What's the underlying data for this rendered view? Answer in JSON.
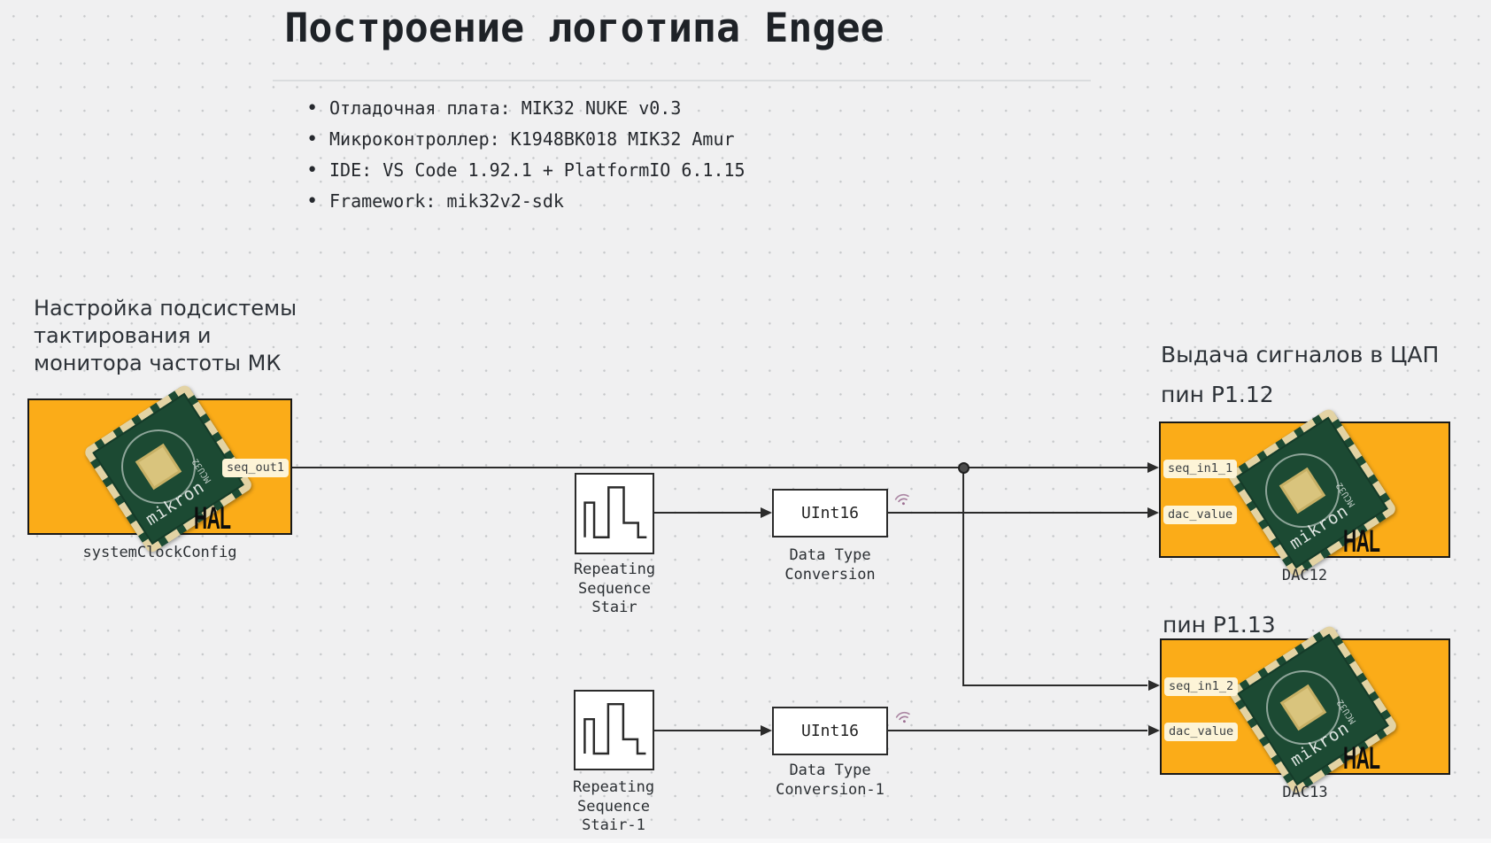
{
  "title": "Построение логотипа Engee",
  "specs": {
    "items": [
      "Отладочная плата: MIK32 NUKE v0.3",
      "Микроконтроллер: K1948BK018 MIK32 Amur",
      "IDE: VS Code 1.92.1 + PlatformIO 6.1.15",
      "Framework: mik32v2-sdk"
    ]
  },
  "annotations": {
    "clock_note": {
      "lines": [
        "Настройка подсистемы",
        "тактирования и",
        "монитора частоты МК"
      ]
    },
    "dac_note": {
      "line1": "Выдача сигналов в ЦАП",
      "line2": "пин P1.12"
    },
    "pin13_note": "пин P1.13"
  },
  "blocks": {
    "system_clock": {
      "name": "systemClockConfig",
      "out_port": "seq_out1",
      "hal_label": "HAL",
      "board_brand": "mikron",
      "board_model": "MCU32"
    },
    "stair1": {
      "lines": [
        "Repeating",
        "Sequence",
        "Stair"
      ]
    },
    "stair2": {
      "lines": [
        "Repeating",
        "Sequence",
        "Stair-1"
      ]
    },
    "conv1": {
      "value": "UInt16",
      "lines": [
        "Data Type",
        "Conversion"
      ]
    },
    "conv2": {
      "value": "UInt16",
      "lines": [
        "Data Type",
        "Conversion-1"
      ]
    },
    "dac12": {
      "name": "DAC12",
      "in_port1": "seq_in1_1",
      "in_port2": "dac_value",
      "hal_label": "HAL",
      "board_brand": "mikron",
      "board_model": "MCU32"
    },
    "dac13": {
      "name": "DAC13",
      "in_port1": "seq_in1_2",
      "in_port2": "dac_value",
      "hal_label": "HAL",
      "board_brand": "mikron",
      "board_model": "MCU32"
    }
  },
  "colors": {
    "block_orange": "#fbac18",
    "port_label_bg": "#fdf4d7",
    "wire": "#2b2b2b",
    "wifi_badge": "#9b6e91",
    "canvas_bg": "#f0f0f1",
    "dot_grid": "#c6c8ca"
  }
}
